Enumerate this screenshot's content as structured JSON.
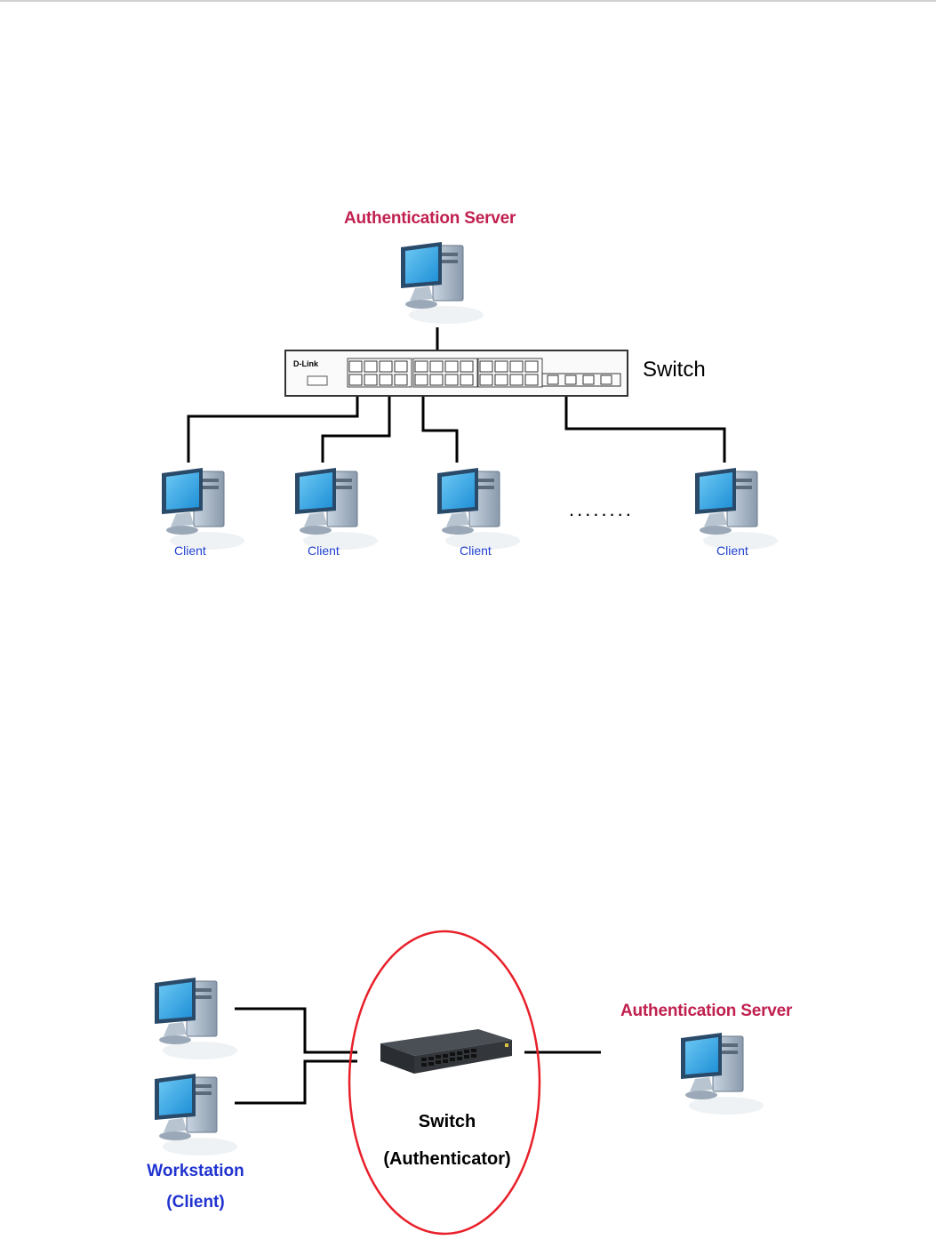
{
  "colors": {
    "server_label": "#c0204f",
    "client_label": "#2040d0",
    "ellipse": "#e8202a",
    "monitor_screen": "#3aaee8",
    "wire": "#000000"
  },
  "diagram1": {
    "server_label": "Authentication Server",
    "switch_label": "Switch",
    "switch_brand": "D-Link",
    "client_labels": [
      "Client",
      "Client",
      "Client",
      "Client"
    ],
    "ellipsis": "........"
  },
  "diagram2": {
    "server_label": "Authentication Server",
    "switch_label_line1": "Switch",
    "switch_label_line2": "(Authenticator)",
    "client_label_line1": "Workstation",
    "client_label_line2": "(Client)"
  },
  "icons": [
    "computer-icon",
    "network-switch-icon"
  ]
}
